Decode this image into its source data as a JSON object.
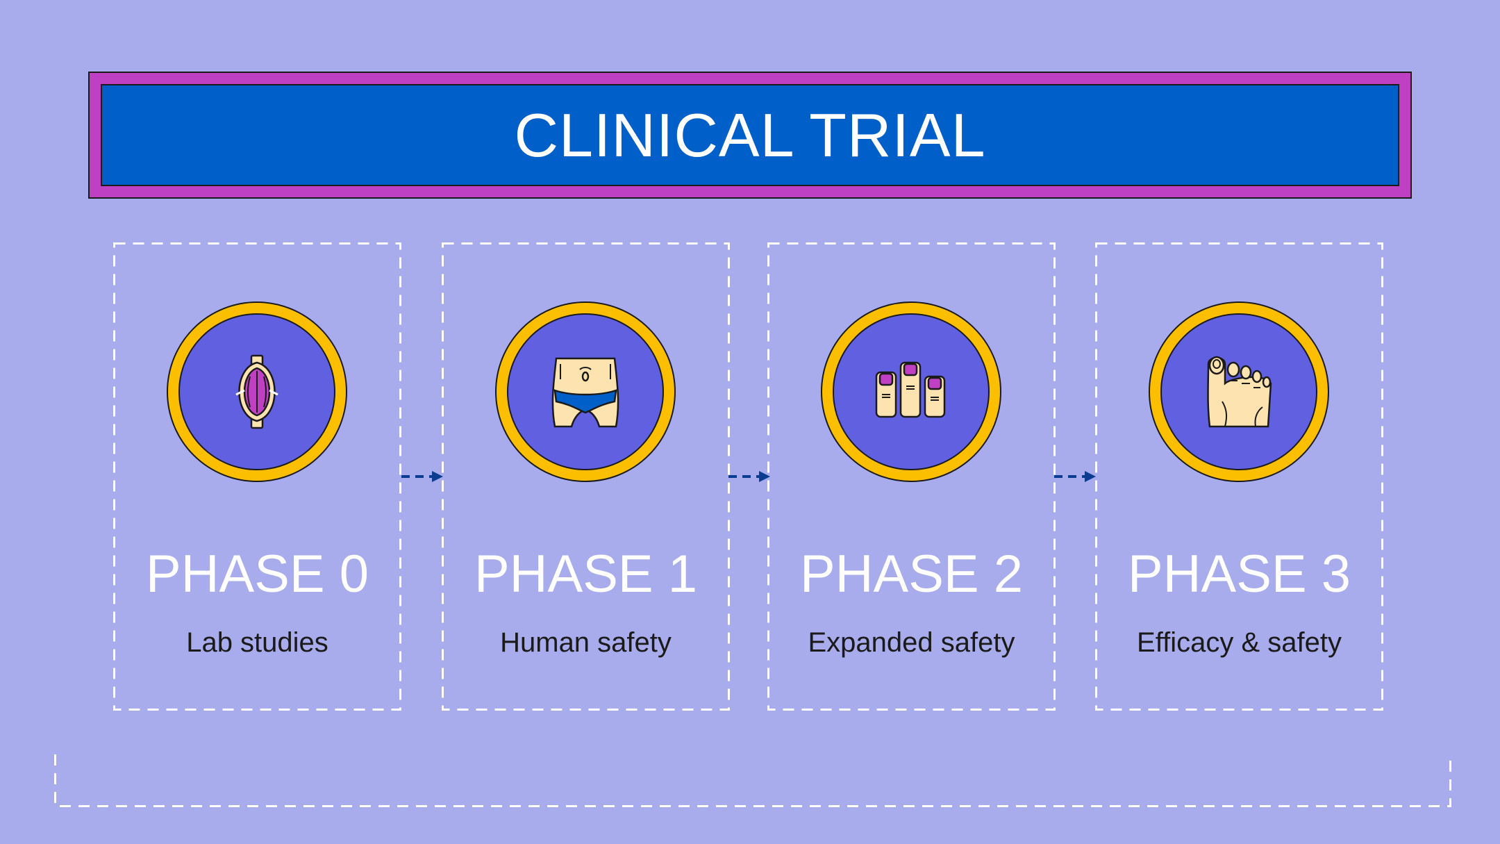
{
  "title": "CLINICAL TRIAL",
  "colors": {
    "background": "#a9acec",
    "title_frame": "#c040c4",
    "title_fill": "#005fc8",
    "badge_ring": "#fbbf00",
    "badge_fill": "#6060e0",
    "arrow": "#0a3d8f",
    "dashed_border": "#ffffff",
    "skin": "#fde3b0",
    "accent_purple": "#c040c4"
  },
  "phases": [
    {
      "label": "PHASE 0",
      "description": "Lab studies",
      "icon": "muscle-icon"
    },
    {
      "label": "PHASE 1",
      "description": "Human safety",
      "icon": "hips-icon"
    },
    {
      "label": "PHASE 2",
      "description": "Expanded safety",
      "icon": "fingers-icon"
    },
    {
      "label": "PHASE 3",
      "description": "Efficacy & safety",
      "icon": "foot-icon"
    }
  ]
}
